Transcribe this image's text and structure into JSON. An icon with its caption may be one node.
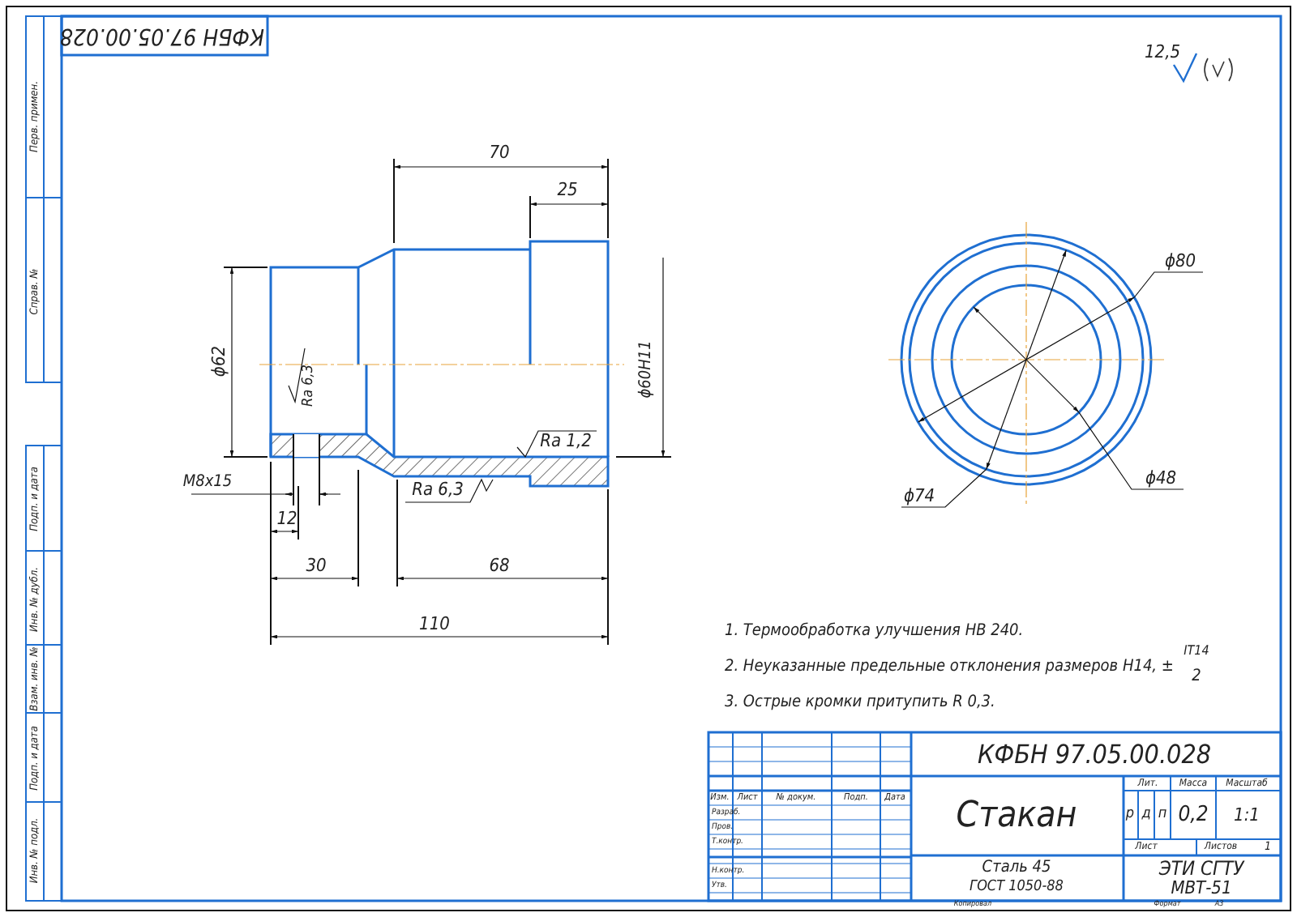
{
  "diagram": {
    "labels": [
      "КФБН 97.05.00.028",
      "Перв. примен.",
      "Справ. №",
      "Подп. и дата",
      "Инв. № дубл.",
      "Взам. инв. №",
      "Подп. и дата",
      "Инв. № подл.",
      "12,5",
      "70",
      "25",
      "ϕ62",
      "Ra 6,3",
      "ϕ60H11",
      "Ra 1,2",
      "M8x15",
      "Ra 6,3",
      "12",
      "30",
      "68",
      "110",
      "ϕ80",
      "ϕ48",
      "ϕ74",
      "1. Термообработка улучшения НВ 240.",
      "2. Неуказанные предельные отклонения размеров Н14, ±",
      "IT14",
      "2",
      "3. Острые кромки притупить R 0,3.",
      "КФБН 97.05.00.028",
      "Изм.",
      "Лист",
      "№ докум.",
      "Подп.",
      "Дата",
      "Разраб.",
      "Пров.",
      "Т.контр.",
      "Н.контр.",
      "Утв.",
      "Стакан",
      "Лит.",
      "Масса",
      "Масштаб",
      "р",
      "д",
      "п",
      "0,2",
      "1:1",
      "Лист",
      "Листов",
      "1",
      "Сталь 45",
      "ГОСТ 1050-88",
      "ЭТИ СГТУ",
      "МВТ-51",
      "Копировал",
      "Формат",
      "А3"
    ]
  }
}
